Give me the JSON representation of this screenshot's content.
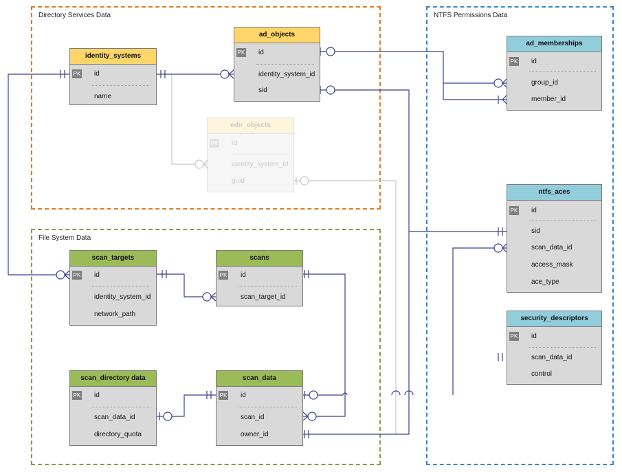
{
  "groups": {
    "directory": {
      "label": "Directory Services Data",
      "color": "#e07b24"
    },
    "filesystem": {
      "label": "File System Data",
      "color": "#8a9a4b"
    },
    "ntfs": {
      "label": "NTFS Permissions Data",
      "color": "#3a86c8"
    }
  },
  "colors": {
    "header_yellow": "#fdd66a",
    "header_green": "#9bbb59",
    "header_blue": "#92cddc",
    "entity_body": "#d9d9d9",
    "link_line": "#3b3f8f",
    "link_line_faded": "#c8c8c8"
  },
  "entities": {
    "identity_systems": {
      "title": "identity_systems",
      "pk": "PK",
      "fields": [
        "id",
        "name"
      ]
    },
    "ad_objects": {
      "title": "ad_objects",
      "pk": "PK",
      "fields": [
        "id",
        "identity_system_id",
        "sid"
      ]
    },
    "edir_objects": {
      "title": "edir_objects",
      "pk": "PK",
      "fields": [
        "id",
        "identity_system_id",
        "guid"
      ]
    },
    "ad_memberships": {
      "title": "ad_memberships",
      "pk": "PK",
      "fields": [
        "id",
        "group_id",
        "member_id"
      ]
    },
    "ntfs_aces": {
      "title": "ntfs_aces",
      "pk": "PK",
      "fields": [
        "id",
        "sid",
        "scan_data_id",
        "access_mask",
        "ace_type"
      ]
    },
    "security_descriptors": {
      "title": "security_descriptors",
      "pk": "PK",
      "fields": [
        "id",
        "scan_data_id",
        "control"
      ]
    },
    "scan_targets": {
      "title": "scan_targets",
      "pk": "PK",
      "fields": [
        "id",
        "identity_system_id",
        "network_path"
      ]
    },
    "scans": {
      "title": "scans",
      "pk": "PK",
      "fields": [
        "id",
        "scan_target_id"
      ]
    },
    "scan_directory_data": {
      "title": "scan_directory data",
      "pk": "PK",
      "fields": [
        "id",
        "scan_data_id",
        "directory_quota"
      ]
    },
    "scan_data": {
      "title": "scan_data",
      "pk": "PK",
      "fields": [
        "id",
        "scan_id",
        "owner_id"
      ]
    }
  }
}
